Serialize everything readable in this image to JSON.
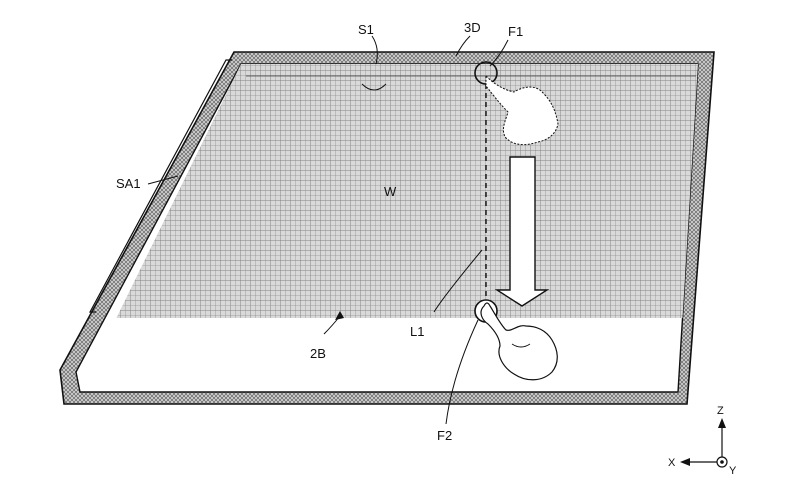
{
  "labels": {
    "s1": "S1",
    "d3": "3D",
    "f1": "F1",
    "sa1": "SA1",
    "w": "W",
    "l1": "L1",
    "b2": "2B",
    "f2": "F2"
  },
  "axes": {
    "z": "Z",
    "x": "X",
    "y": "Y"
  },
  "colors": {
    "line": "#111111",
    "grid": "#9a9a9a",
    "frame_fill": "#c8c8c8",
    "arrow_fill": "#ffffff"
  },
  "icons": {
    "hand_top": "pointing-hand-icon",
    "hand_bottom": "pointing-hand-icon",
    "arrow": "down-arrow-icon"
  }
}
